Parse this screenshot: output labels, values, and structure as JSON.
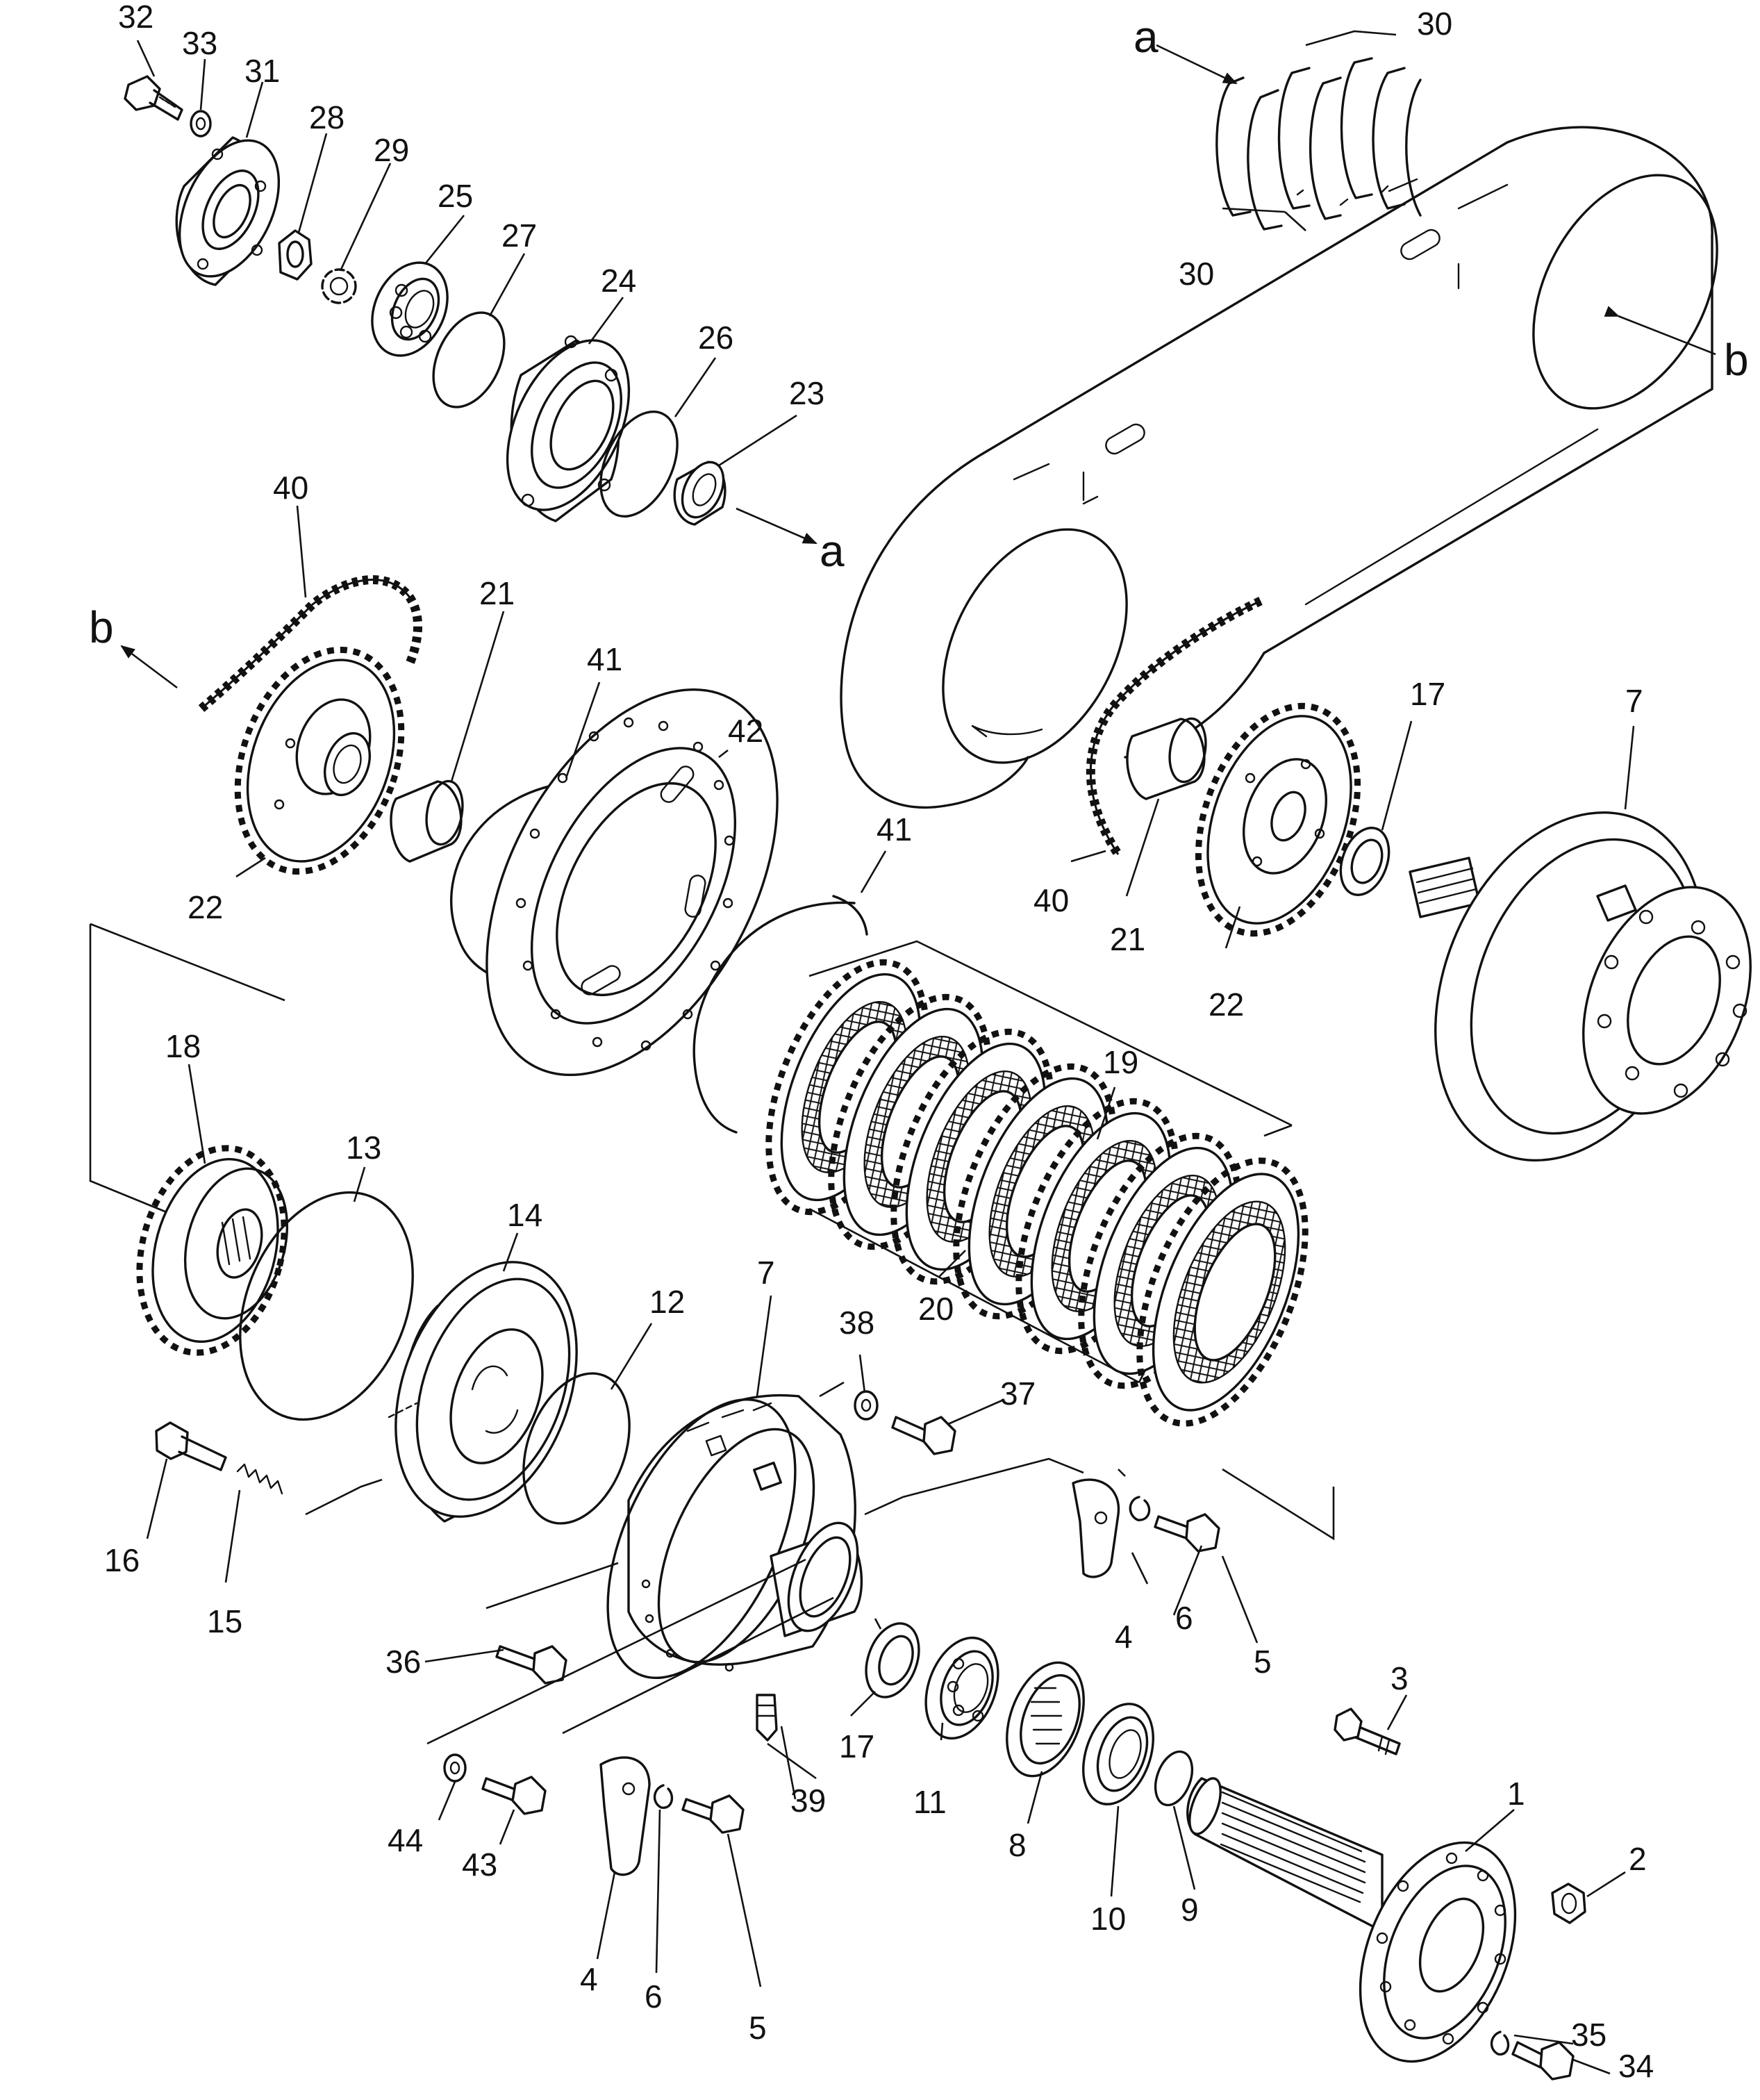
{
  "callouts": {
    "n1": "1",
    "n2": "2",
    "n3": "3",
    "n4": "4",
    "n4b": "4",
    "n5": "5",
    "n5b": "5",
    "n6": "6",
    "n6b": "6",
    "n7": "7",
    "n7b": "7",
    "n8": "8",
    "n9": "9",
    "n10": "10",
    "n11": "11",
    "n12": "12",
    "n13": "13",
    "n14": "14",
    "n15": "15",
    "n16": "16",
    "n17": "17",
    "n17b": "17",
    "n18": "18",
    "n19": "19",
    "n20": "20",
    "n21": "21",
    "n21b": "21",
    "n22": "22",
    "n22b": "22",
    "n23": "23",
    "n24": "24",
    "n25": "25",
    "n26": "26",
    "n27": "27",
    "n28": "28",
    "n29": "29",
    "n30": "30",
    "n30b": "30",
    "n31": "31",
    "n32": "32",
    "n33": "33",
    "n34": "34",
    "n35": "35",
    "n36": "36",
    "n37": "37",
    "n38": "38",
    "n39": "39",
    "n40": "40",
    "n40b": "40",
    "n41": "41",
    "n41b": "41",
    "n42": "42",
    "n43": "43",
    "n44": "44"
  },
  "refs": {
    "a_top": "a",
    "a_mid": "a",
    "b_right": "b",
    "b_left": "b"
  }
}
